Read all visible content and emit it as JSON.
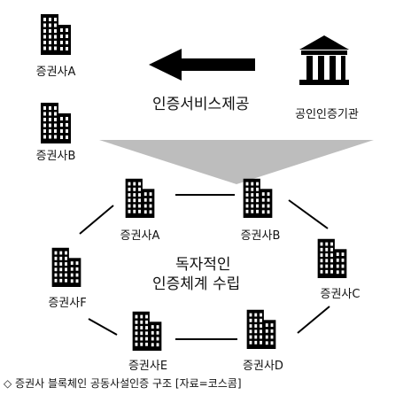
{
  "top": {
    "broker_a": "증권사A",
    "broker_b": "증권사B",
    "service_label": "인증서비스제공",
    "authority_label": "공인인증기관"
  },
  "network": {
    "nodes": {
      "A": "증권사A",
      "B": "증권사B",
      "C": "증권사C",
      "D": "증권사D",
      "E": "증권사E",
      "F": "증권사F"
    },
    "center_line1": "독자적인",
    "center_line2": "인증체계 수립"
  },
  "caption": "◇ 증권사 블록체인 공동사설인증 구조 [자료=코스콤]"
}
